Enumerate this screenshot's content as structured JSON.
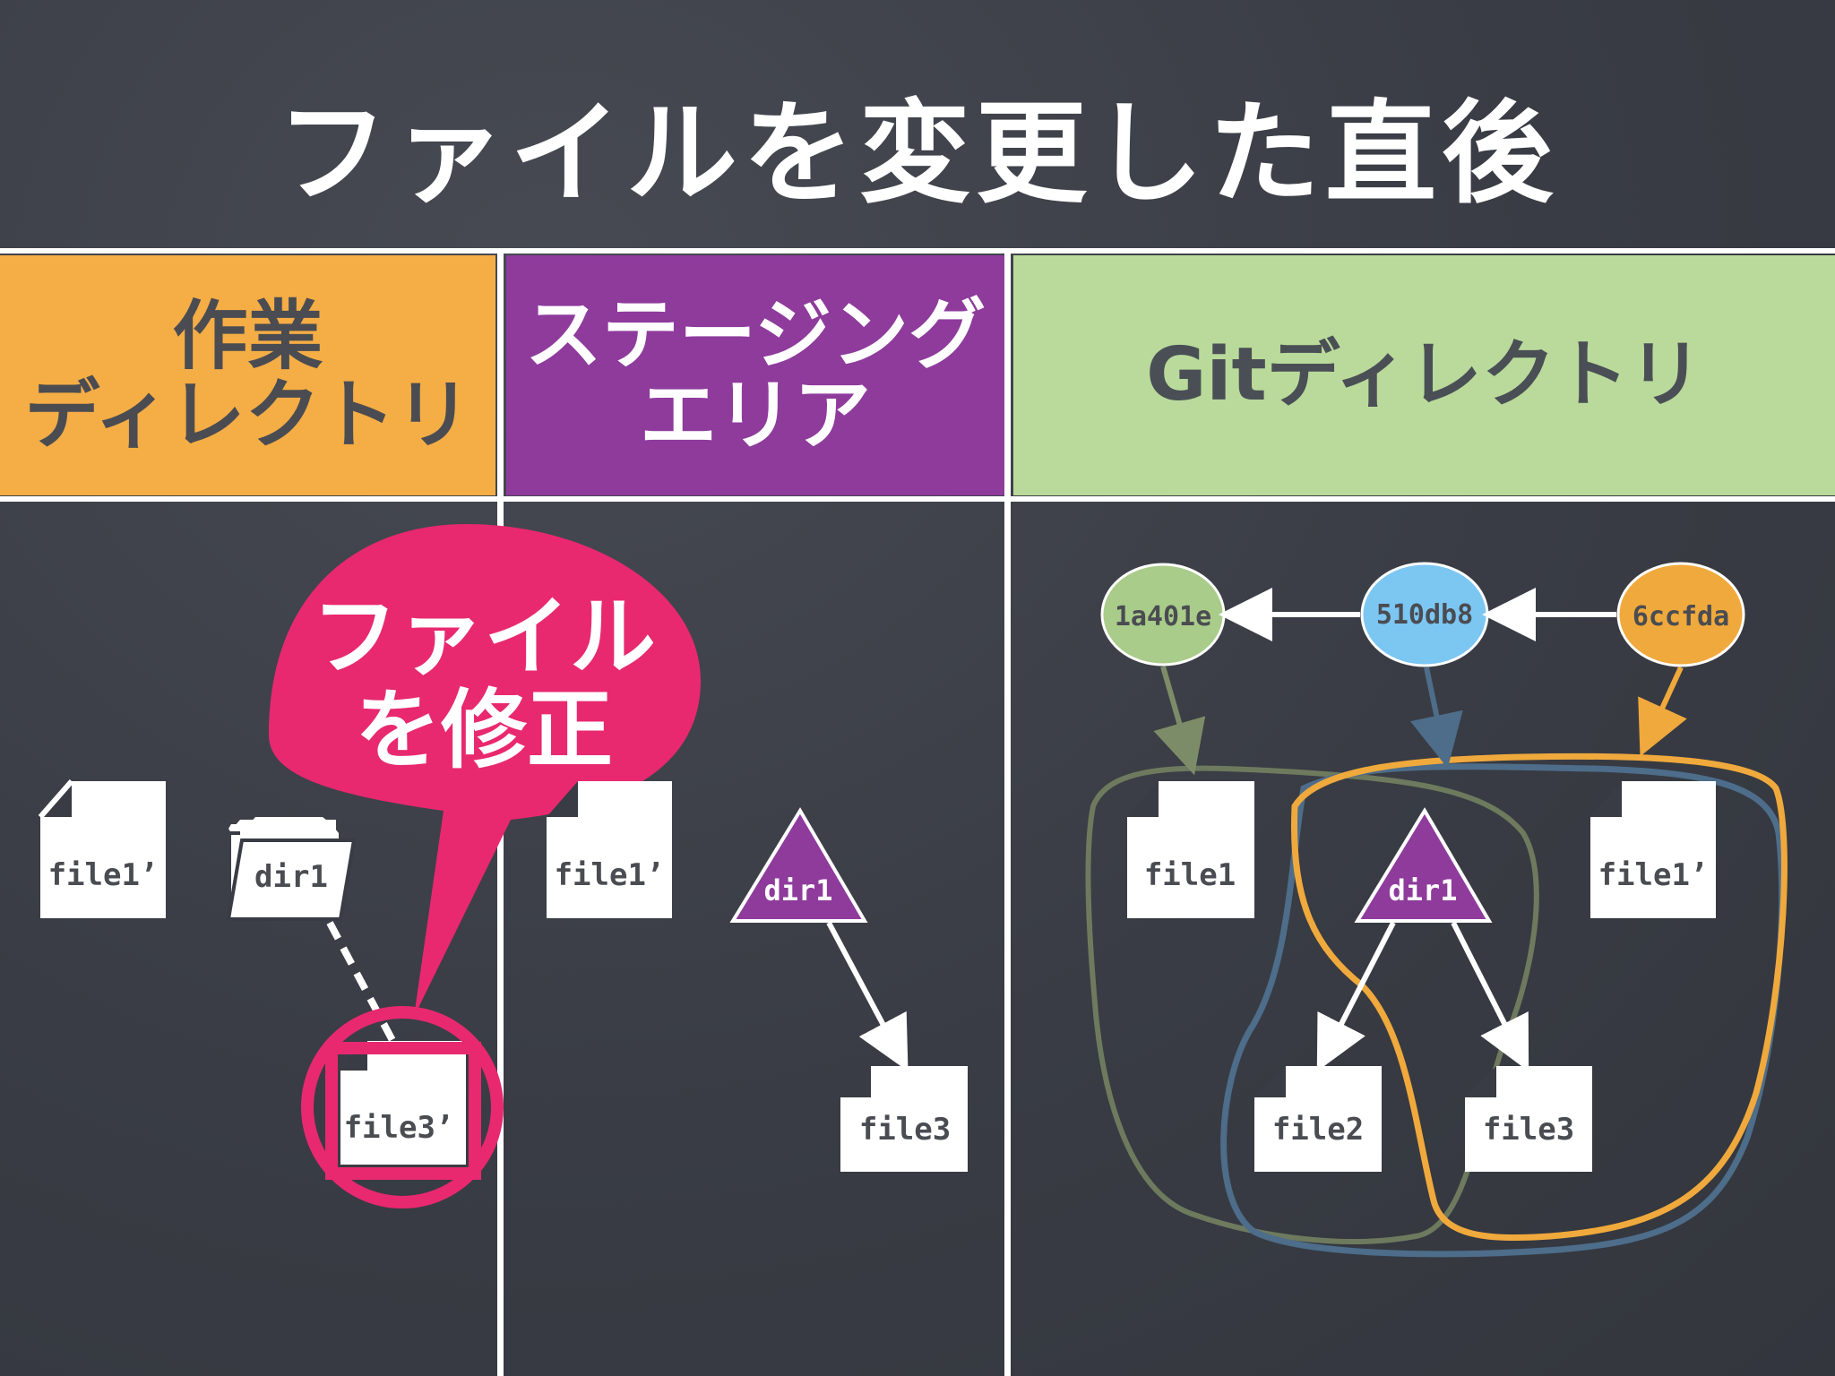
{
  "title": "ファイルを変更した直後",
  "columns": {
    "working": {
      "line1": "作業",
      "line2": "ディレクトリ",
      "color": "#f5ad45"
    },
    "staging": {
      "line1": "ステージング",
      "line2": "エリア",
      "color": "#8e3b9c"
    },
    "git": {
      "label": "Gitディレクトリ",
      "color": "#b9da9b"
    }
  },
  "callout": {
    "line1": "ファイル",
    "line2": "を修正",
    "color": "#e8296f"
  },
  "working_items": {
    "file1": "file1’",
    "dir1": "dir1",
    "file3": "file3’"
  },
  "staging_items": {
    "file1": "file1’",
    "dir1": "dir1",
    "file3": "file3"
  },
  "commits": [
    {
      "id": "1a401e",
      "color": "#a9cc8a"
    },
    {
      "id": "510db8",
      "color": "#7cc6f2"
    },
    {
      "id": "6ccfda",
      "color": "#f0a93c"
    }
  ],
  "git_items": {
    "file1": "file1",
    "dir1": "dir1",
    "file1b": "file1’",
    "file2": "file2",
    "file3": "file3"
  },
  "colors": {
    "tree_purple": "#8e3b9c",
    "outline_green": "#6e7a5e",
    "outline_blue": "#4d6d8a",
    "outline_orange": "#f0a93c"
  }
}
